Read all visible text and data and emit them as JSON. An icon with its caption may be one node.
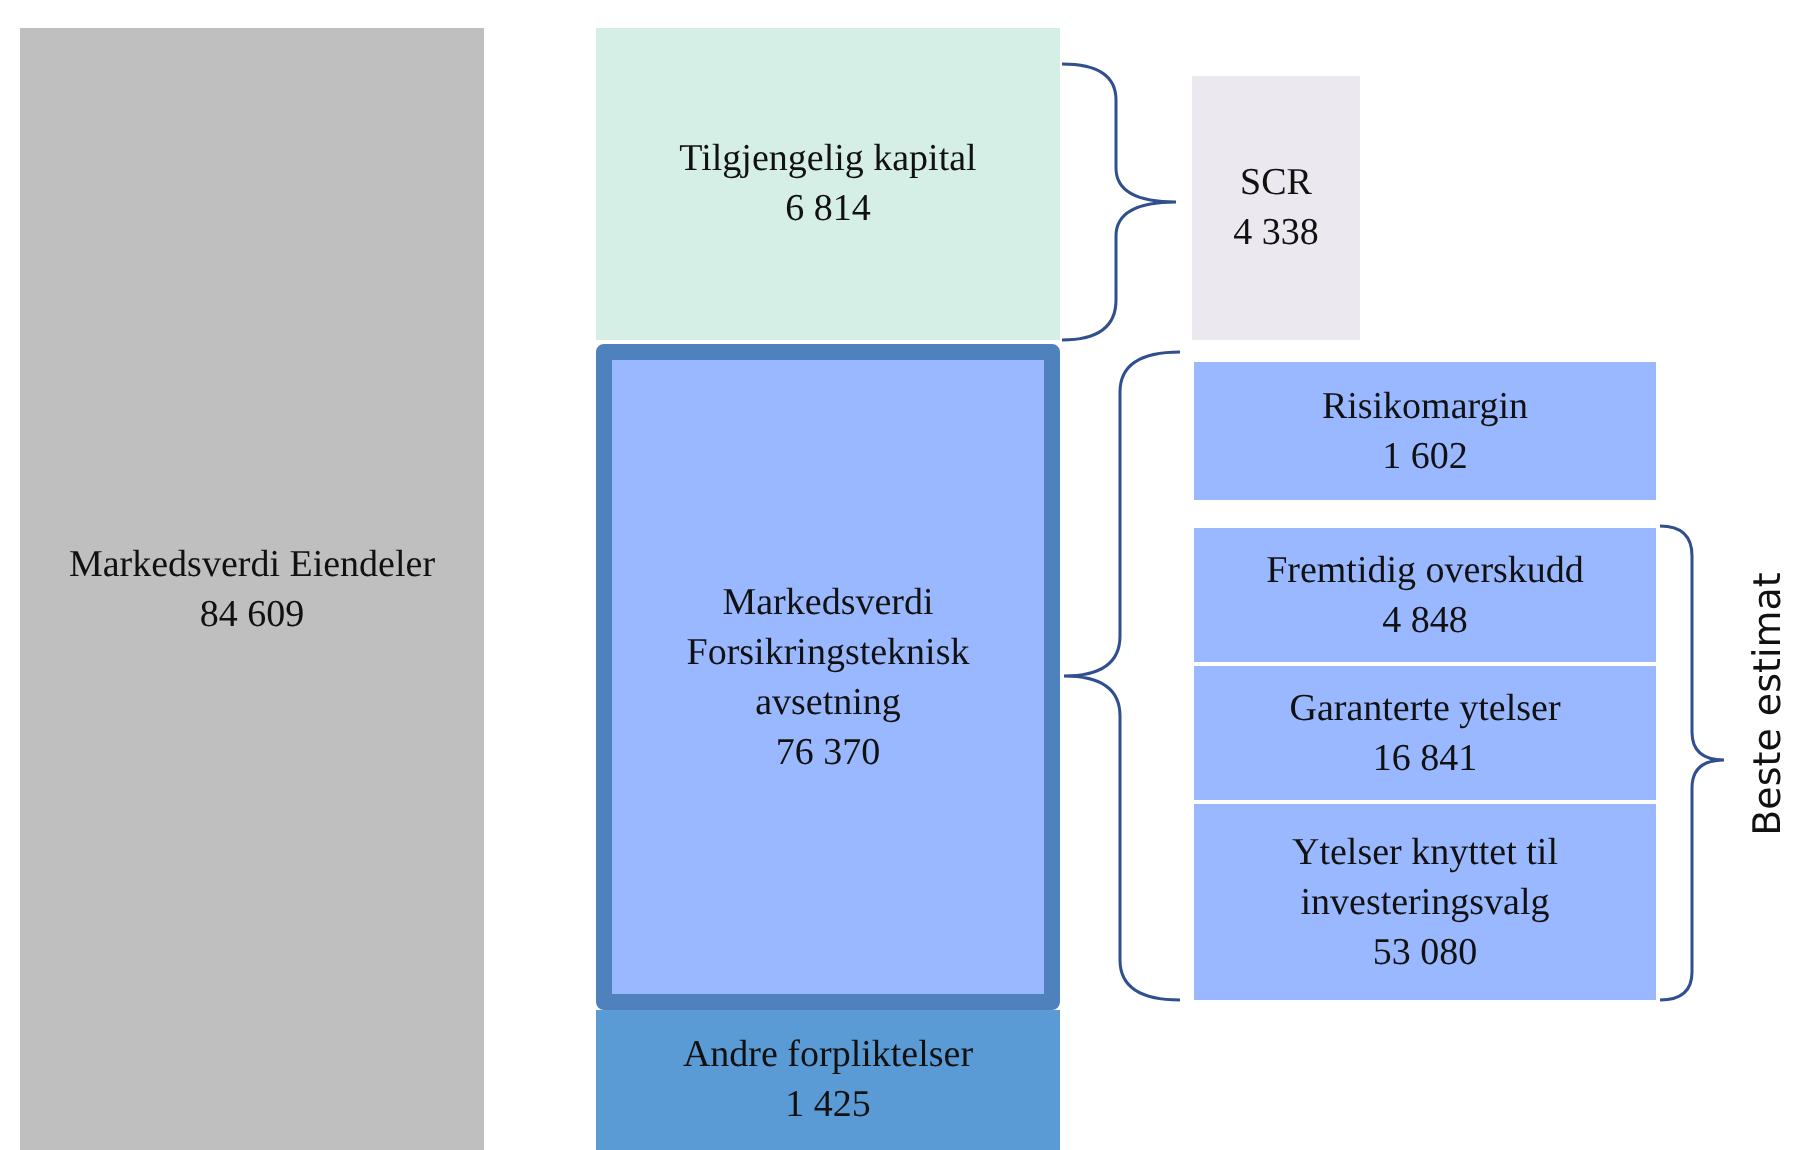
{
  "diagram": {
    "nodes": [
      {
        "text": [
          "Markedsverdi Eiendeler",
          "84 609"
        ]
      },
      {
        "text": [
          "Tilgjengelig kapital",
          "6 814"
        ]
      },
      {
        "text": [
          "Markedsverdi Forsikringsteknisk avsetning",
          "76 370"
        ]
      },
      {
        "text": [
          "Andre forpliktelser",
          "1 425"
        ]
      },
      {
        "text": [
          "SCR",
          "4 338"
        ]
      },
      {
        "text": [
          "Risikomargin",
          "1 602"
        ]
      },
      {
        "text": [
          "Fremtidig overskudd",
          "4 848"
        ]
      },
      {
        "text": [
          "Garanterte ytelser",
          "16 841"
        ]
      },
      {
        "text": [
          "Ytelser knyttet til investeringsvalg",
          "53 080"
        ]
      }
    ],
    "labels": [
      "Beste estimat"
    ]
  }
}
